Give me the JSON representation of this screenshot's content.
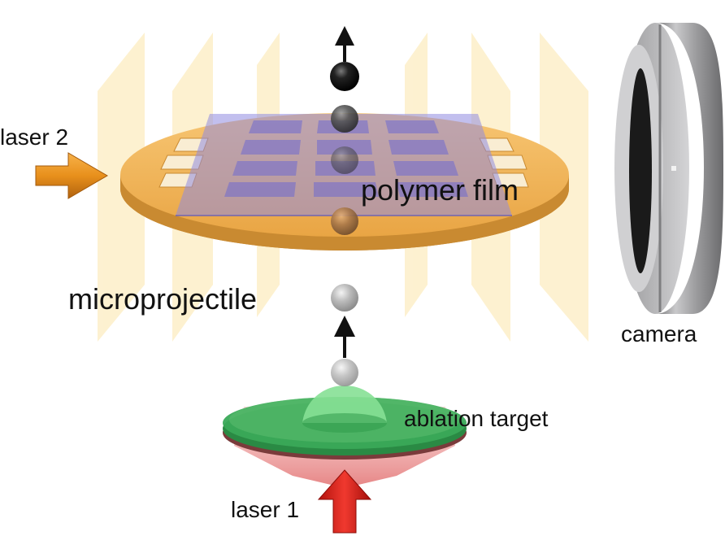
{
  "labels": {
    "laser2": "laser 2",
    "polymer_film": "polymer film",
    "microprojectile": "microprojectile",
    "camera": "camera",
    "ablation_target": "ablation target",
    "laser1": "laser 1"
  },
  "colors": {
    "light_sheet": "#fdf0cc",
    "frame_gold": "#f3b250",
    "frame_gold_dark": "#c98a31",
    "polymer_film": "#8f8ae0",
    "laser2_arrow": "#e8901c",
    "laser1_arrow": "#e0251d",
    "laser1_cone": "#e58a8a",
    "ablation_disc": "#2f9a4a",
    "ablation_bump": "#7dd88f",
    "camera_metal": "#a8a8aa",
    "camera_lens": "#1a1a1a",
    "projectile_dark": "#111111",
    "projectile_light": "#b8b8b8"
  },
  "icons": {
    "laser2": "orange-arrow-right-icon",
    "laser1": "red-arrow-up-icon",
    "camera": "camera-lens-icon",
    "motion": "black-arrow-up-icon"
  }
}
